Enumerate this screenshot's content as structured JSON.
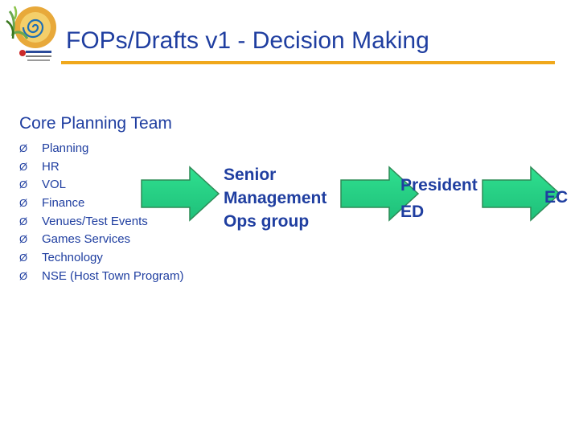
{
  "slide": {
    "title": "FOPs/Drafts v1 - Decision Making",
    "section_heading": "Core Planning Team",
    "bullet_marker": "Ø",
    "bullets": [
      "Planning",
      "HR",
      "VOL",
      "Finance",
      "Venues/Test Events",
      "Games Services",
      "Technology",
      "NSE (Host Town Program)"
    ],
    "stages": [
      "Senior\nManagement\nOps group",
      "President\nED",
      "EC"
    ]
  },
  "colors": {
    "title_text": "#1f3ea0",
    "title_rule": "#f0a81c",
    "arrow_fill": "#1fbf7a",
    "arrow_outline": "#2e8b57"
  },
  "icons": {
    "logo": "special-olympics-spiral-logo",
    "arrows": "right-arrow-icon"
  }
}
